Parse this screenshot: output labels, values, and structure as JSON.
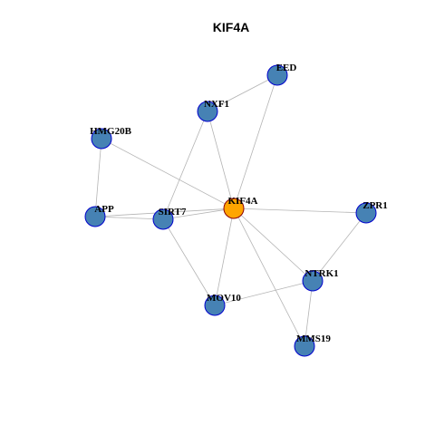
{
  "title": "KIF4A",
  "colors": {
    "background": "#ffffff",
    "edge": "#b4b4b4",
    "node_fill": "#4682b4",
    "node_stroke": "#0000cd",
    "hub_fill": "#ffa500",
    "hub_stroke": "#8b0000"
  },
  "nodes": [
    {
      "id": "KIF4A",
      "label": "KIF4A",
      "hub": true
    },
    {
      "id": "EED",
      "label": "EED",
      "hub": false
    },
    {
      "id": "NXF1",
      "label": "NXF1",
      "hub": false
    },
    {
      "id": "HMG20B",
      "label": "HMG20B",
      "hub": false
    },
    {
      "id": "APP",
      "label": "APP",
      "hub": false
    },
    {
      "id": "SIRT7",
      "label": "SIRT7",
      "hub": false
    },
    {
      "id": "ZPR1",
      "label": "ZPR1",
      "hub": false
    },
    {
      "id": "NTRK1",
      "label": "NTRK1",
      "hub": false
    },
    {
      "id": "MOV10",
      "label": "MOV10",
      "hub": false
    },
    {
      "id": "MMS19",
      "label": "MMS19",
      "hub": false
    }
  ],
  "edges": [
    [
      "KIF4A",
      "EED"
    ],
    [
      "KIF4A",
      "NXF1"
    ],
    [
      "KIF4A",
      "HMG20B"
    ],
    [
      "KIF4A",
      "APP"
    ],
    [
      "KIF4A",
      "SIRT7"
    ],
    [
      "KIF4A",
      "ZPR1"
    ],
    [
      "KIF4A",
      "NTRK1"
    ],
    [
      "KIF4A",
      "MOV10"
    ],
    [
      "KIF4A",
      "MMS19"
    ],
    [
      "EED",
      "NXF1"
    ],
    [
      "NXF1",
      "SIRT7"
    ],
    [
      "HMG20B",
      "APP"
    ],
    [
      "APP",
      "SIRT7"
    ],
    [
      "SIRT7",
      "MOV10"
    ],
    [
      "ZPR1",
      "NTRK1"
    ],
    [
      "NTRK1",
      "MOV10"
    ],
    [
      "NTRK1",
      "MMS19"
    ]
  ]
}
